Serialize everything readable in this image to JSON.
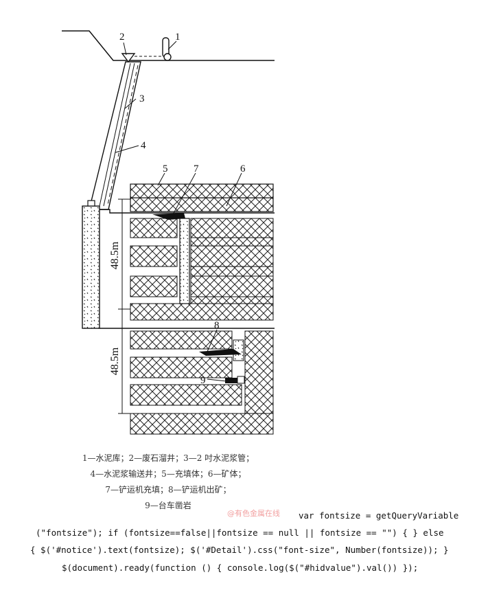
{
  "diagram": {
    "labels": [
      "1",
      "2",
      "3",
      "4",
      "5",
      "7",
      "6",
      "8",
      "9"
    ],
    "dimensions": [
      "48.5m",
      "48.5m"
    ]
  },
  "caption": {
    "lines": [
      "1—水泥库；2—废石溜井；3—2 吋水泥浆管；",
      "4—水泥浆输送井；5—充填体；6—矿体；",
      "7—铲运机充填；8—铲运机出矿；",
      "9—台车凿岩"
    ]
  },
  "watermark": "@有色金属在线",
  "code": {
    "lines": [
      "var fontsize = getQueryVariable",
      "(\"fontsize\"); if (fontsize==false||fontsize == null || fontsize == \"\") { } else",
      "{ $('#notice').text(fontsize); $('#Detail').css(\"font-size\", Number(fontsize)); }",
      "$(document).ready(function () { console.log($(\"#hidvalue\").val()) });"
    ]
  }
}
